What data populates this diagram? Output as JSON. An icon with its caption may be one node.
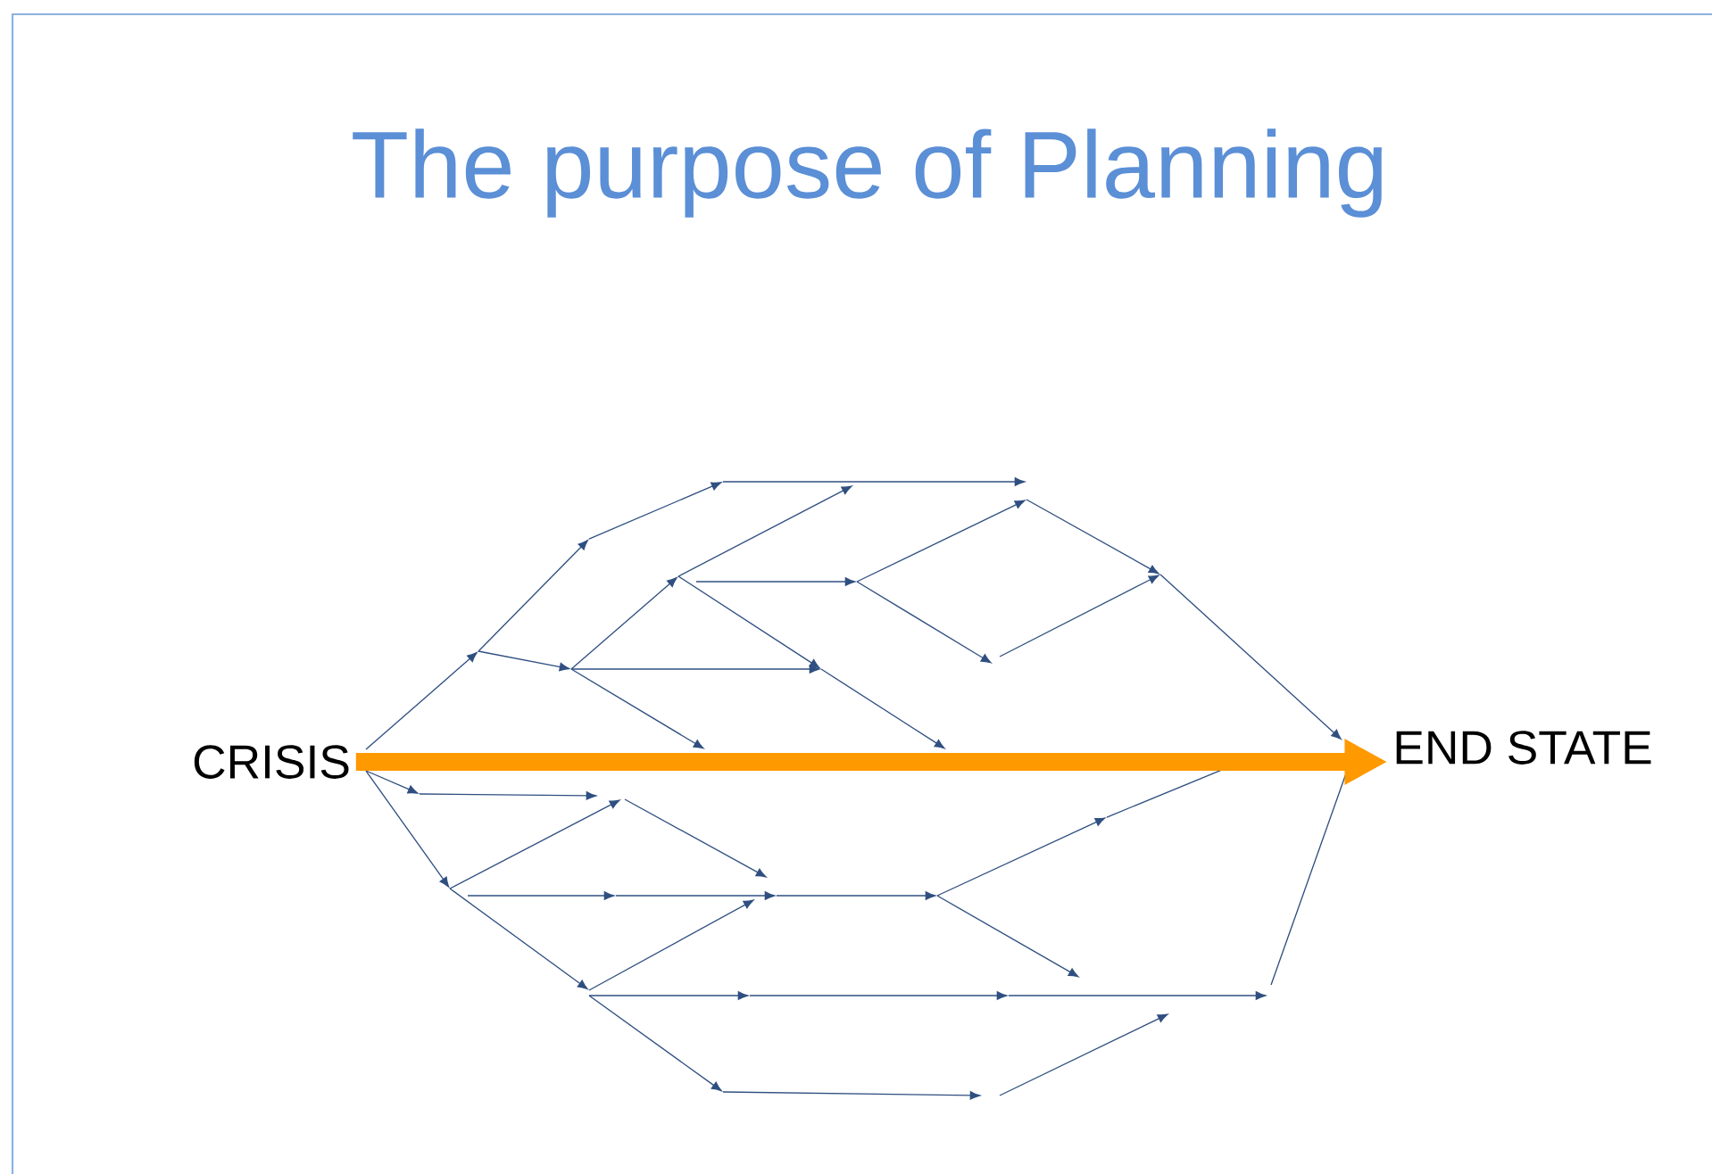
{
  "diagram": {
    "title": "The purpose of Planning",
    "nodes": [
      {
        "text": [
          "CRISIS"
        ]
      },
      {
        "text": [
          "END STATE"
        ]
      }
    ],
    "edges": [
      {
        "from": 0,
        "to": 1,
        "arrow": "to",
        "color": "#ff9900"
      }
    ]
  }
}
